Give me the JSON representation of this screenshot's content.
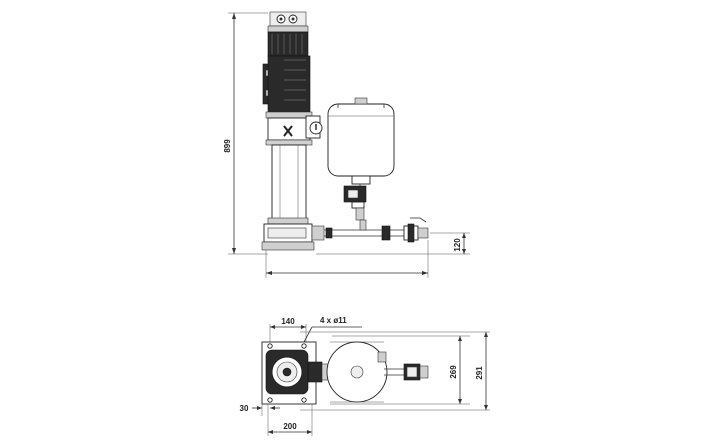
{
  "dimensions": {
    "overall_height": "899",
    "base_height": "120",
    "flange_width": "140",
    "mounting_holes": "4 x ø11",
    "base_width": "269",
    "overall_width": "291",
    "offset": "30",
    "foot_length": "200"
  },
  "colors": {
    "line": "#333333",
    "dark_fill": "#2a2a2a",
    "background": "#ffffff"
  }
}
